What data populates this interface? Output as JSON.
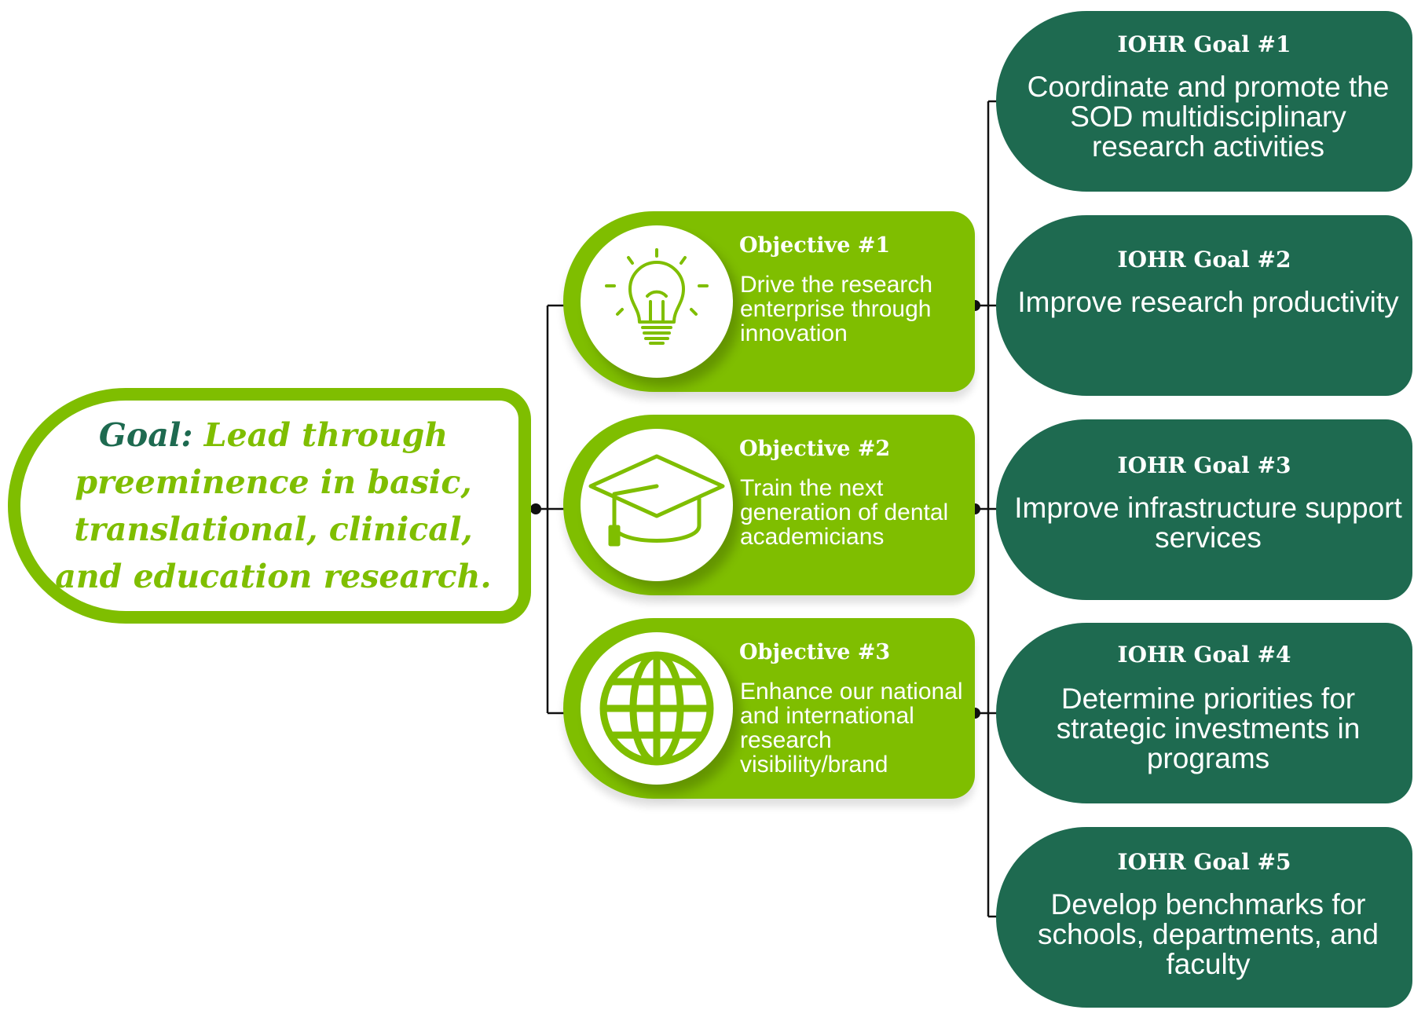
{
  "goal": {
    "label": "Goal:",
    "text": "Lead through preeminence in basic, translational, clinical, and education research."
  },
  "objectives": [
    {
      "title": "Objective #1",
      "description": "Drive the research enterprise through innovation",
      "icon": "lightbulb-icon"
    },
    {
      "title": "Objective #2",
      "description": "Train the next generation of dental academicians",
      "icon": "graduation-cap-icon"
    },
    {
      "title": "Objective #3",
      "description": "Enhance our national and international research visibility/brand",
      "icon": "globe-icon"
    }
  ],
  "iohr_goals": [
    {
      "title": "IOHR Goal #1",
      "description": "Coordinate and promote the SOD multidisciplinary research activities"
    },
    {
      "title": "IOHR Goal #2",
      "description": "Improve research productivity"
    },
    {
      "title": "IOHR Goal #3",
      "description": "Improve infrastructure support services"
    },
    {
      "title": "IOHR Goal #4",
      "description": "Determine priorities for strategic investments in programs"
    },
    {
      "title": "IOHR Goal #5",
      "description": "Develop benchmarks for schools, departments, and faculty"
    }
  ],
  "colors": {
    "light_green": "#7fbe00",
    "dark_green": "#1e6a50",
    "connector": "#111111"
  }
}
